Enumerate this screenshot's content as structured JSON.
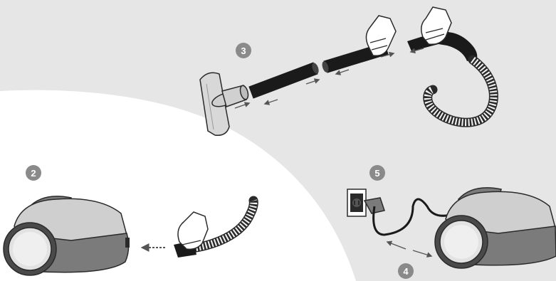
{
  "steps": [
    {
      "id": "2",
      "label": "2"
    },
    {
      "id": "3",
      "label": "3"
    },
    {
      "id": "4",
      "label": "4"
    },
    {
      "id": "5",
      "label": "5"
    }
  ],
  "colors": {
    "background_gray": "#e6e6e6",
    "white_area": "#ffffff",
    "badge": "#8a8a8a",
    "tube_black": "#1a1a1a",
    "body_dark": "#7b7b7b",
    "body_light": "#cfcfcf",
    "bumper": "#e2e2e2",
    "outline": "#2a2a2a",
    "arrow": "#555555"
  },
  "icons": [
    "hand-icon",
    "vacuum-body",
    "hose",
    "floor-nozzle",
    "wall-socket",
    "power-plug",
    "double-arrow"
  ]
}
